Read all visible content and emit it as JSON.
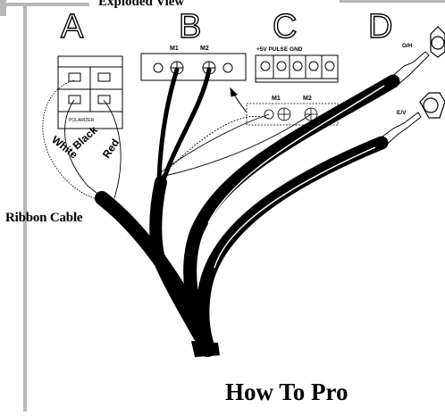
{
  "header_label": "Exploded View",
  "section_letters": [
    "A",
    "B",
    "C",
    "D"
  ],
  "polarizer_label": "POLARIZER",
  "wire_labels": {
    "white": "White",
    "black": "Black",
    "red": "Red"
  },
  "b_terminal_labels": [
    "M1",
    "M2"
  ],
  "c_terminal_label": "+5V PULSE GND",
  "c_sub_labels": [
    "M1",
    "M2"
  ],
  "d_connector_labels": [
    "O/H",
    "E/V"
  ],
  "ribbon_label": "Ribbon Cable",
  "bottom_heading": "How To Pro"
}
